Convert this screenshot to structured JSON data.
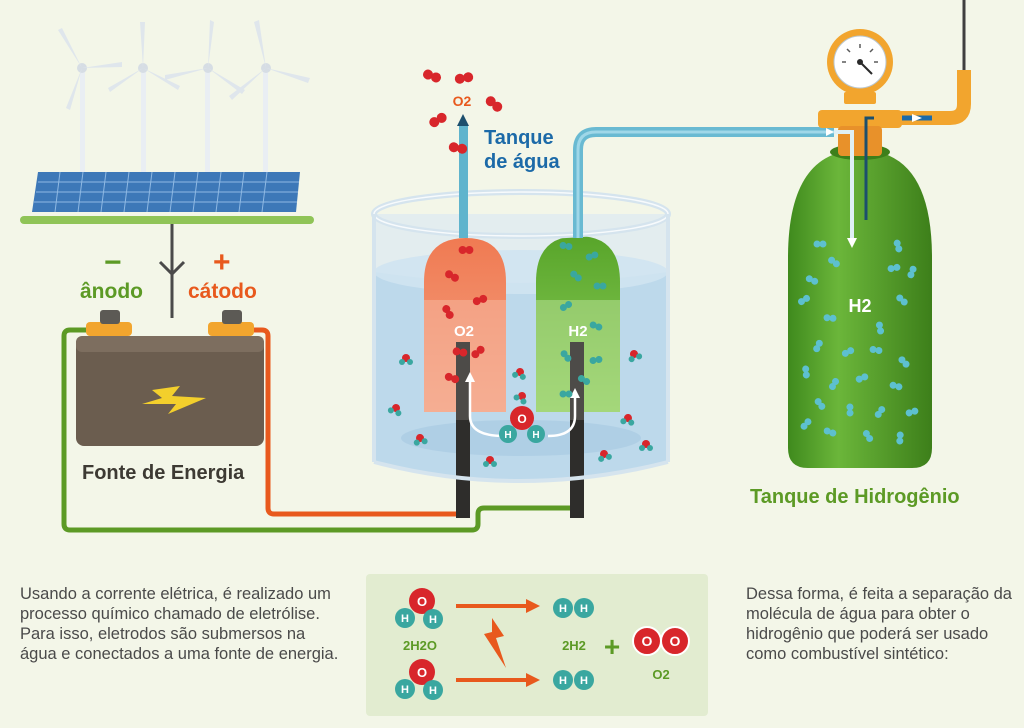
{
  "labels": {
    "anode_sign": "−",
    "anode": "ânodo",
    "cathode_sign": "+",
    "cathode": "cátodo",
    "energy_source": "Fonte de Energia",
    "water_tank_line1": "Tanque",
    "water_tank_line2": "de água",
    "hydrogen_tank": "Tanque de Hidrogênio",
    "o2_top": "O2",
    "o2_chamber": "O2",
    "h2_chamber": "H2",
    "h2_tank": "H2"
  },
  "molecule_letters": {
    "oxygen": "O",
    "hydrogen": "H"
  },
  "equation": {
    "reactant": "2H2O",
    "product_h2": "2H2",
    "product_o2": "O2",
    "plus": "+"
  },
  "text_left": "Usando a corrente elétrica, é realizado um processo químico chamado de eletrólise. Para isso, eletrodos são submersos na água e conectados a uma fonte de energia.",
  "text_right": "Dessa forma, é feita a separação da molécula de água para obter o hidrogênio que poderá ser usado como combustível sintético:",
  "colors": {
    "background": "#f3f6e8",
    "green": "#5c9a25",
    "orange": "#e8591d",
    "blue": "#1c6aa8",
    "oxygen_red": "#d8262b",
    "hydrogen_teal": "#3aa7a0",
    "tank_green": "#4e9a25",
    "battery_brown": "#6b5d4f"
  }
}
